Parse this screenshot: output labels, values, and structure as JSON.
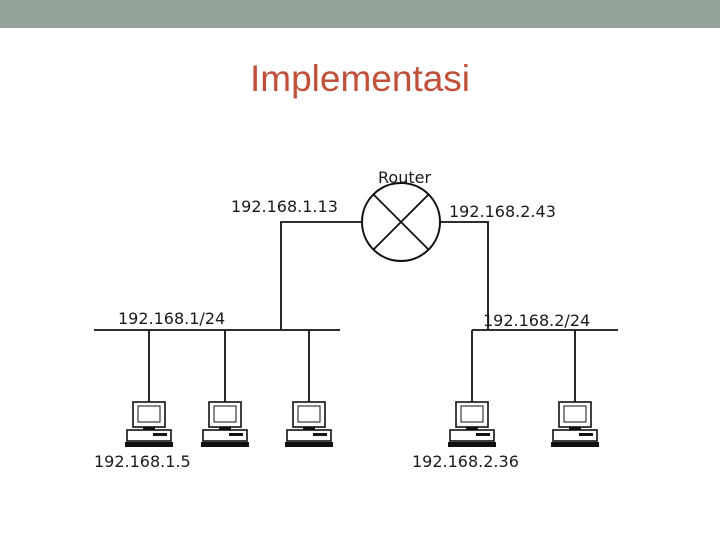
{
  "colors": {
    "top_bar": "#95a39a",
    "title": "#c0503a",
    "line": "#111111",
    "background": "#ffffff"
  },
  "slide": {
    "title": "Implementasi"
  },
  "diagram": {
    "router_label": "Router",
    "router_icon": "router-crossed-circle-icon",
    "interfaces": {
      "left": "192.168.1.13",
      "right": "192.168.2.43"
    },
    "networks": {
      "left": "192.168.1/24",
      "right": "192.168.2/24"
    },
    "hosts": {
      "left_first": "192.168.1.5",
      "right_first": "192.168.2.36"
    },
    "host_icon": "desktop-computer-icon"
  }
}
